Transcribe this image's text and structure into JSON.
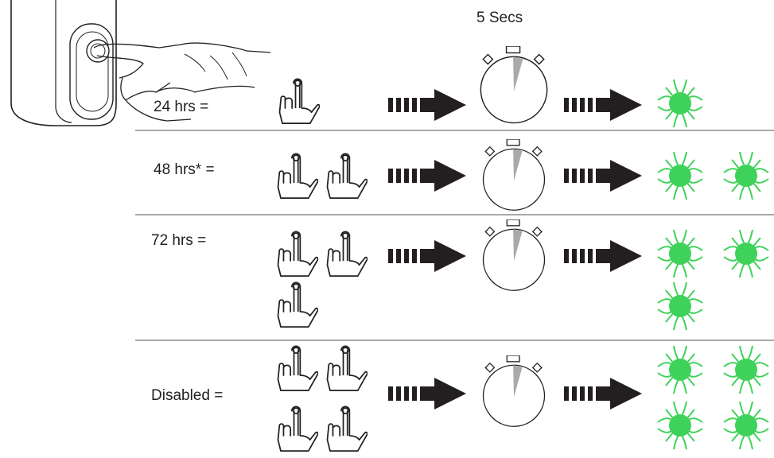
{
  "header": {
    "timer_label": "5 Secs"
  },
  "colors": {
    "led_green": "#3fd25a",
    "separator": "#a7a9ac",
    "ink": "#231f20",
    "timer_wedge": "#a7a9ac"
  },
  "rows": [
    {
      "label": "24 hrs =",
      "presses": 1,
      "flashes": 1
    },
    {
      "label": "48 hrs* =",
      "presses": 2,
      "flashes": 2
    },
    {
      "label": "72 hrs =",
      "presses": 3,
      "flashes": 3
    },
    {
      "label": "Disabled =",
      "presses": 4,
      "flashes": 4
    }
  ],
  "icons": {
    "device": "device-button-press-icon",
    "press": "finger-press-icon",
    "arrow": "dashed-arrow-icon",
    "timer": "stopwatch-icon",
    "flash": "green-led-flash-icon"
  }
}
